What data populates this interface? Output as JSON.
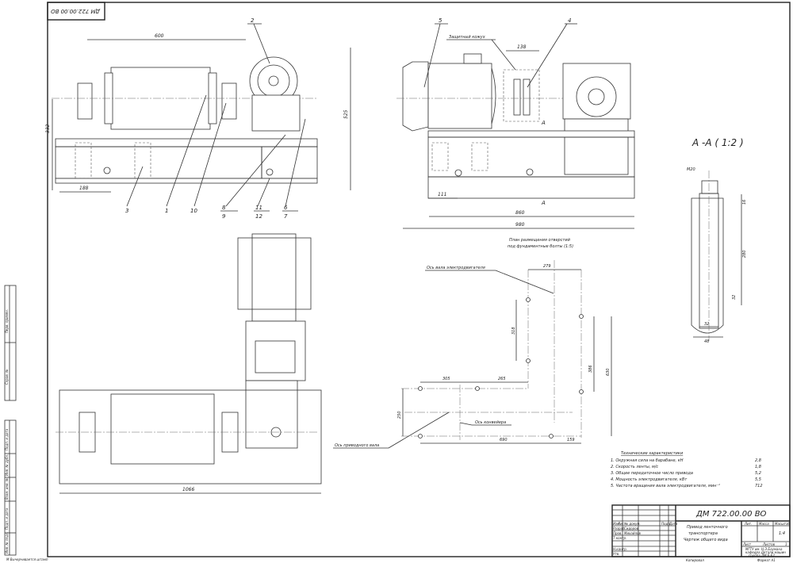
{
  "drawing_code": "ДМ 722.00.00 ВО",
  "front_view": {
    "dims": {
      "length": "600",
      "height_left": "332",
      "height_right": "525",
      "offset": "188"
    },
    "callouts": [
      "2",
      "3",
      "1",
      "10",
      "8",
      "9",
      "11",
      "12",
      "6",
      "7"
    ]
  },
  "side_view": {
    "callouts": [
      "5",
      "4"
    ],
    "guard_label": "Защитный кожух",
    "dims": {
      "coupling": "138",
      "offset": "111",
      "base": "860",
      "overall": "980"
    },
    "section_marker": "А"
  },
  "section": {
    "title": "А -А ( 1:2 )",
    "dims": {
      "thread": "М20",
      "top": "16",
      "length": "280",
      "lower": "32",
      "d1": "32",
      "d2": "48"
    }
  },
  "plan_view": {
    "dims": {
      "length": "1066"
    }
  },
  "hole_plan": {
    "title_line1": "План размещения отверстий",
    "title_line2": "под фундаментные болты (1:5)",
    "motor_axis": "Ось вала электродвигателя",
    "conveyor_axis": "Ось конвейера",
    "drive_axis": "Ось приводного вала",
    "dims": {
      "d279": "279",
      "d318": "318",
      "d386": "386",
      "d630": "630",
      "d305": "305",
      "d265": "265",
      "d250": "250",
      "d690": "690",
      "d159": "159"
    }
  },
  "specs": {
    "title": "Технические характеристики",
    "items": [
      {
        "label": "1. Окружная сила на барабане, кН",
        "value": "2,8"
      },
      {
        "label": "2. Скорость ленты,  м/с",
        "value": "1,8"
      },
      {
        "label": "3. Общее передаточное число привода",
        "value": "5,2"
      },
      {
        "label": "4. Мощность электродвигателя, кВт",
        "value": "5,5"
      },
      {
        "label": "5. Частота вращения вала электродвигателя, мин⁻¹",
        "value": "712"
      }
    ]
  },
  "title_block": {
    "code": "ДМ 722.00.00 ВО",
    "name_lines": [
      "Привод ленточного",
      "транспортера",
      "Чертеж общего вида"
    ],
    "headers": [
      "Изм",
      "Лист",
      "№ докум.",
      "Подп.",
      "Дата"
    ],
    "roles": [
      {
        "role": "Разраб.",
        "name": "Сидоров"
      },
      {
        "role": "Пров.",
        "name": "Михайлов"
      },
      {
        "role": "Т.контр.",
        "name": ""
      },
      {
        "role": "Н.контр.",
        "name": ""
      },
      {
        "role": "Утв.",
        "name": ""
      }
    ],
    "lit": "Лит.",
    "mass": "Масса",
    "scale": "Масштаб",
    "scale_value": "1:4",
    "sheet": "Лист",
    "sheets": "Листов",
    "sheets_value": "1",
    "org": [
      "МГТУ им. Н.Э.Баумана",
      "кафедра Детали машин",
      "группа ДМ 6-62"
    ],
    "copied": "Копировал",
    "format": "Формат   А1"
  },
  "sidebar": {
    "labels": [
      "Перв. примен.",
      "Справ. №",
      "Подп. и дата",
      "Инв. № дубл.",
      "Взам. инв. №",
      "Подп. и дата",
      "Инв. № подл."
    ],
    "footer": "М Вычерчивается штамп"
  }
}
